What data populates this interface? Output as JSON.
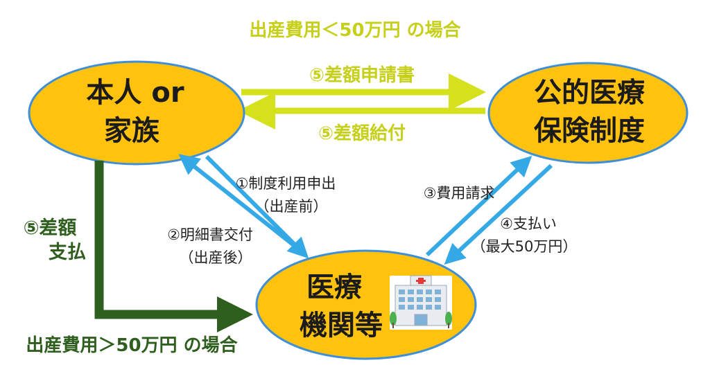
{
  "colors": {
    "node_fill": "#ffc20e",
    "node_stroke": "#3f8fd8",
    "arrow_yellow": "#d6e11e",
    "arrow_blue": "#35a9e6",
    "arrow_green": "#2f5f1f",
    "text_yellow": "#c6d01a",
    "text_green": "#2f5f1f"
  },
  "header": {
    "top_condition": "出産費用＜50万円 の場合"
  },
  "footer": {
    "bottom_condition": "出産費用＞50万円 の場合"
  },
  "nodes": {
    "person": {
      "line1": "本人 or",
      "line2": "家族"
    },
    "insurance": {
      "line1": "公的医療",
      "line2": "保険制度"
    },
    "hospital": {
      "line1": "医療",
      "line2": "機関等",
      "icon": "hospital-building-icon"
    }
  },
  "flows": {
    "diff_application": "⑤差額申請書",
    "diff_benefit": "⑤差額給付",
    "diff_payment_line1": "⑤差額",
    "diff_payment_line2": "支払",
    "step1_line1": "①制度利用申出",
    "step1_line2": "（出産前）",
    "step2_line1": "②明細書交付",
    "step2_line2": "（出産後）",
    "step3": "③費用請求",
    "step4_line1": "④支払い",
    "step4_line2": "（最大50万円）"
  }
}
